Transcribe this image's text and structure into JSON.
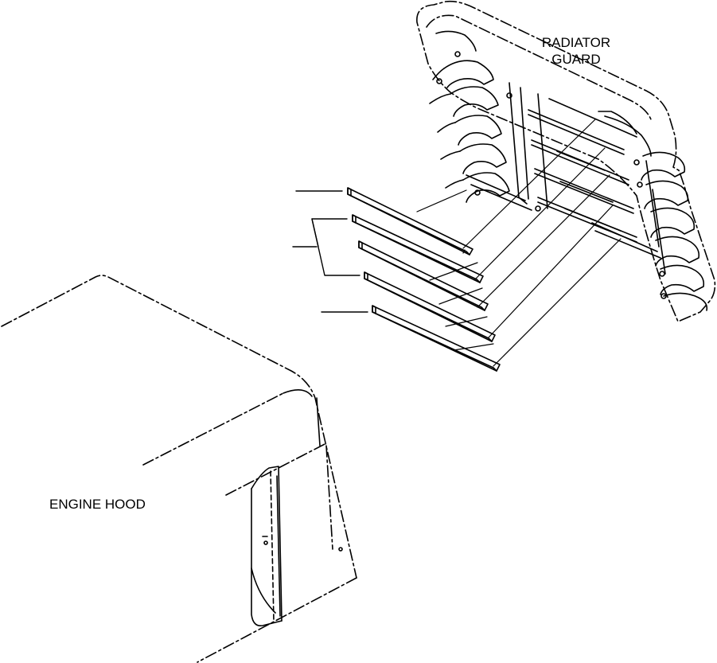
{
  "labels": {
    "radiator_guard_line1": "RADIATOR",
    "radiator_guard_line2": "GUARD",
    "engine_hood": "ENGINE HOOD"
  },
  "colors": {
    "ink": "#000000",
    "paper": "#ffffff"
  }
}
